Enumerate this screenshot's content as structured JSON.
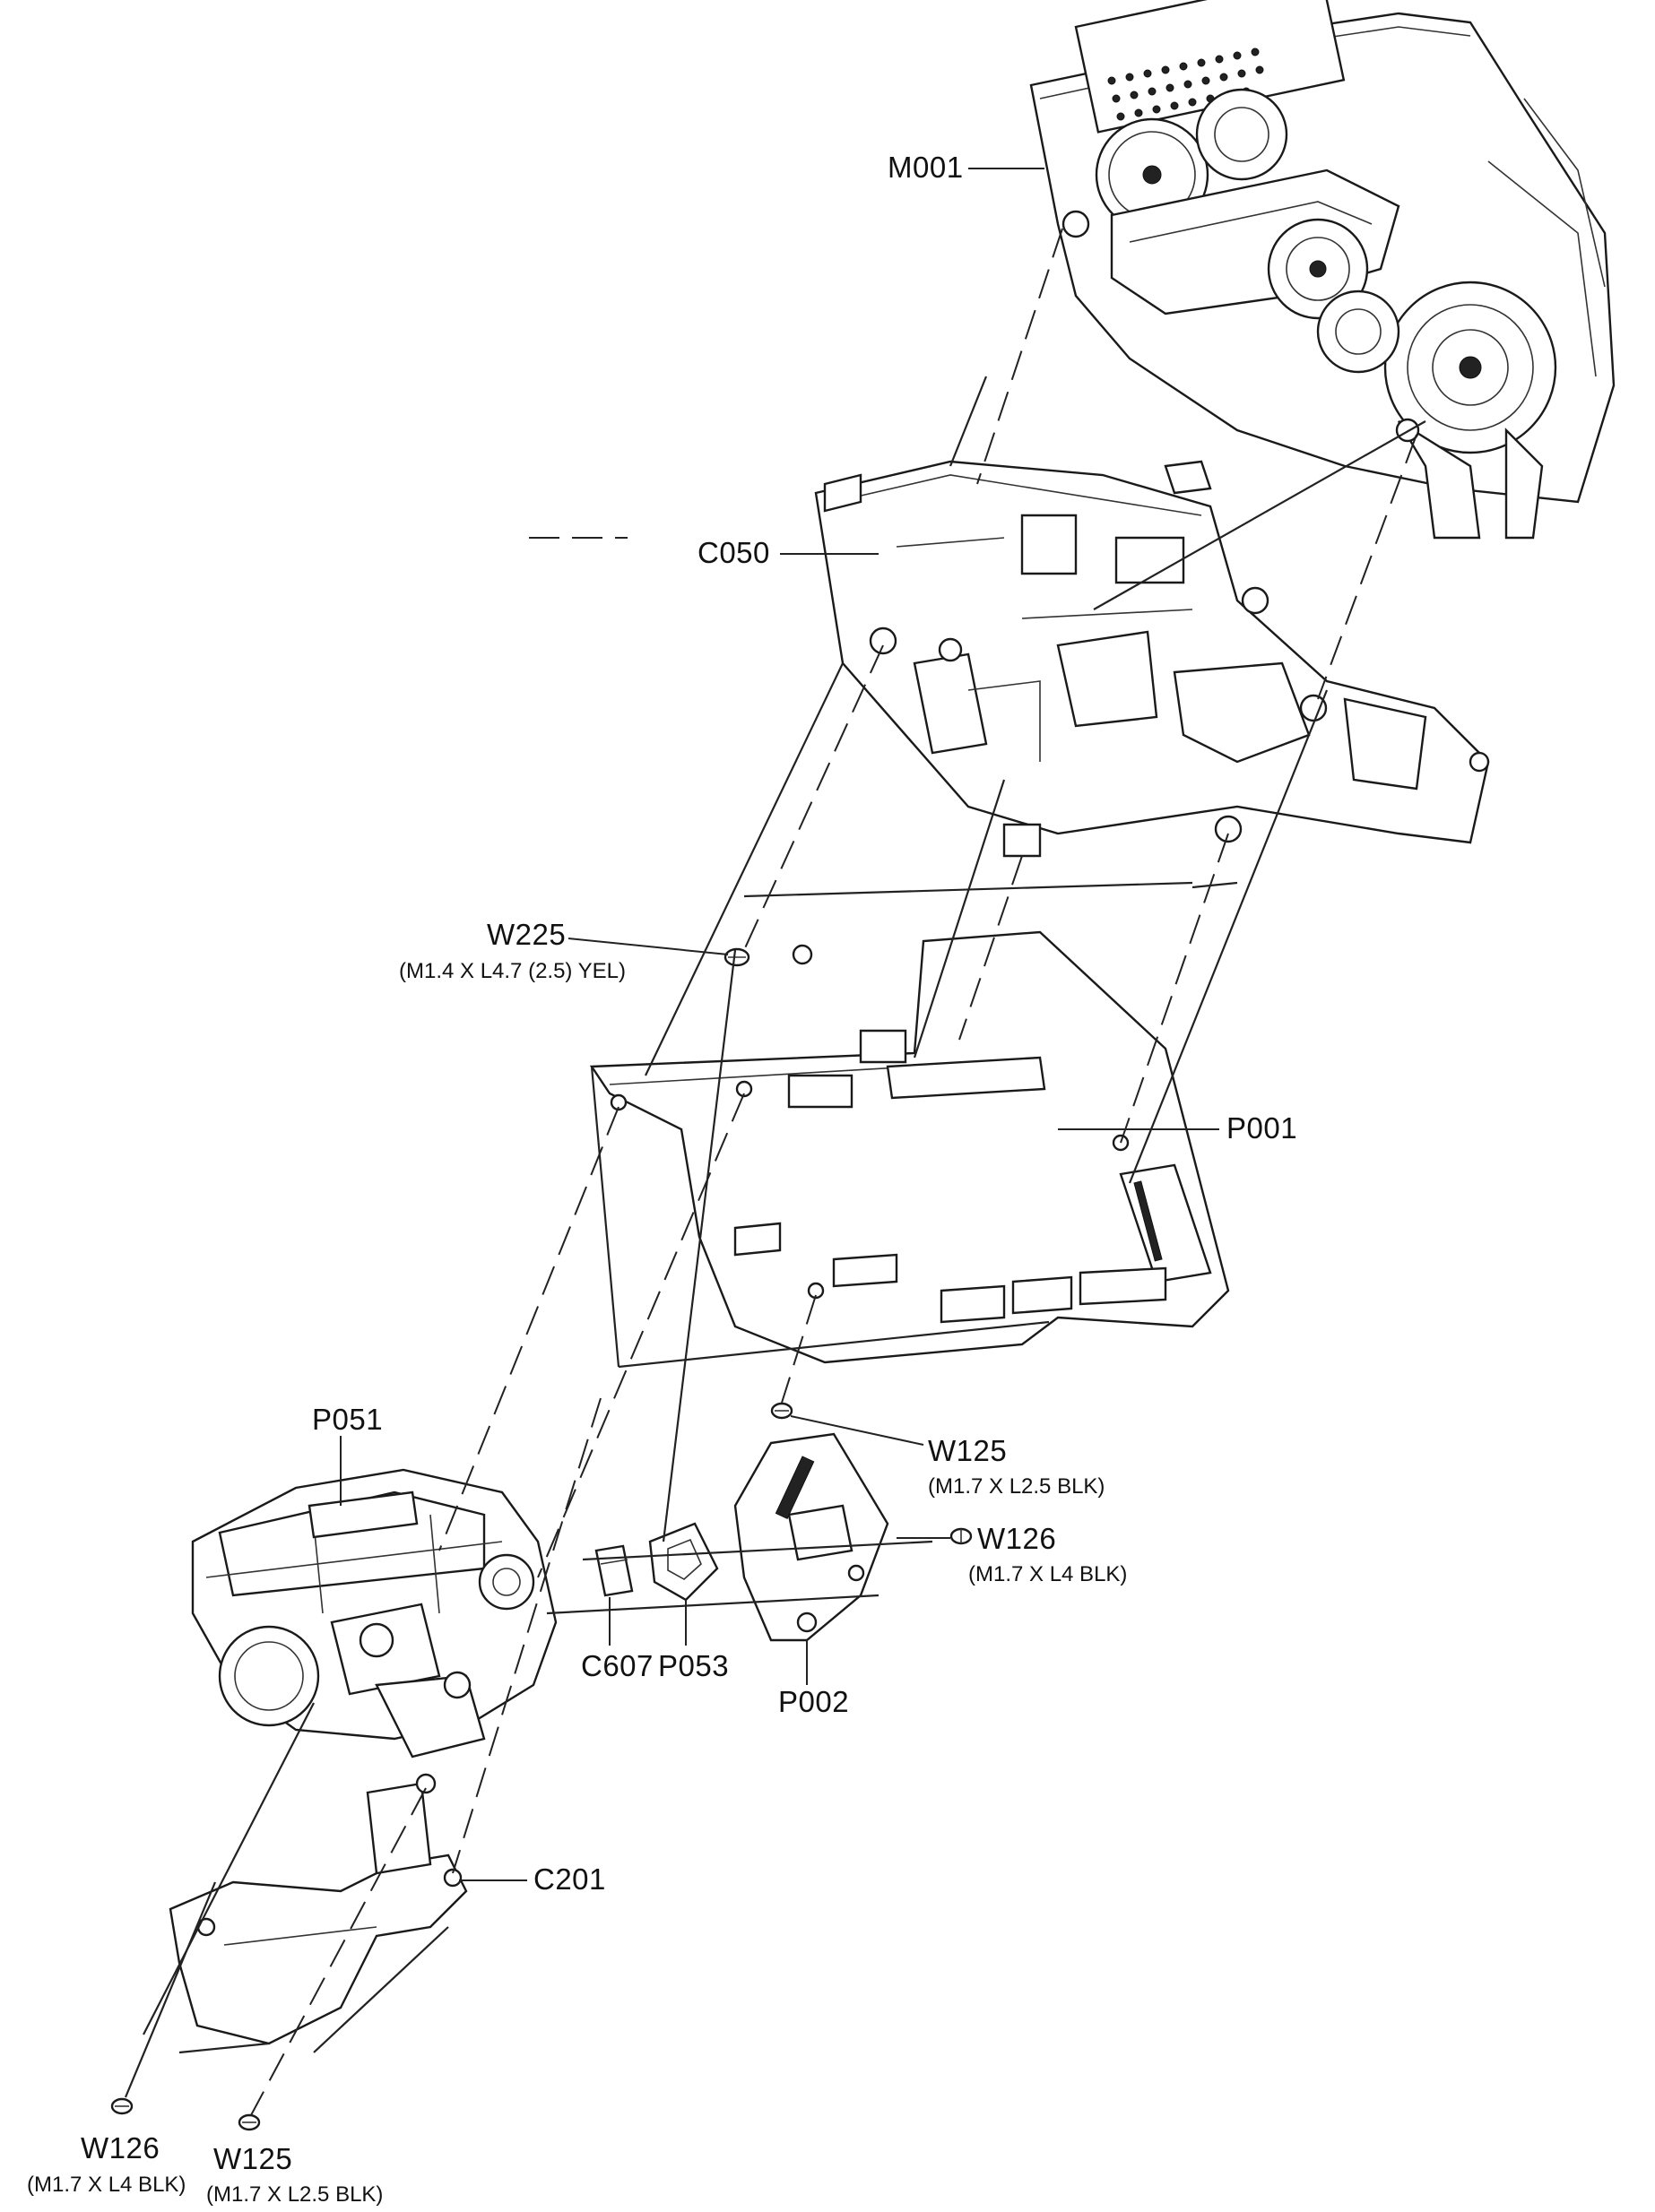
{
  "labels": {
    "m001": "M001",
    "c050": "C050",
    "w225": "W225",
    "w225_spec": "(M1.4 X L4.7 (2.5) YEL)",
    "p001": "P001",
    "p051": "P051",
    "w125_mid": "W125",
    "w125_mid_spec": "(M1.7 X L2.5 BLK)",
    "w126_mid": "W126",
    "w126_mid_spec": "(M1.7 X L4 BLK)",
    "c607": "C607",
    "p053": "P053",
    "p002": "P002",
    "c201": "C201",
    "w126_bot": "W126",
    "w126_bot_spec": "(M1.7 X L4 BLK)",
    "w125_bot": "W125",
    "w125_bot_spec": "(M1.7 X L2.5 BLK)"
  }
}
